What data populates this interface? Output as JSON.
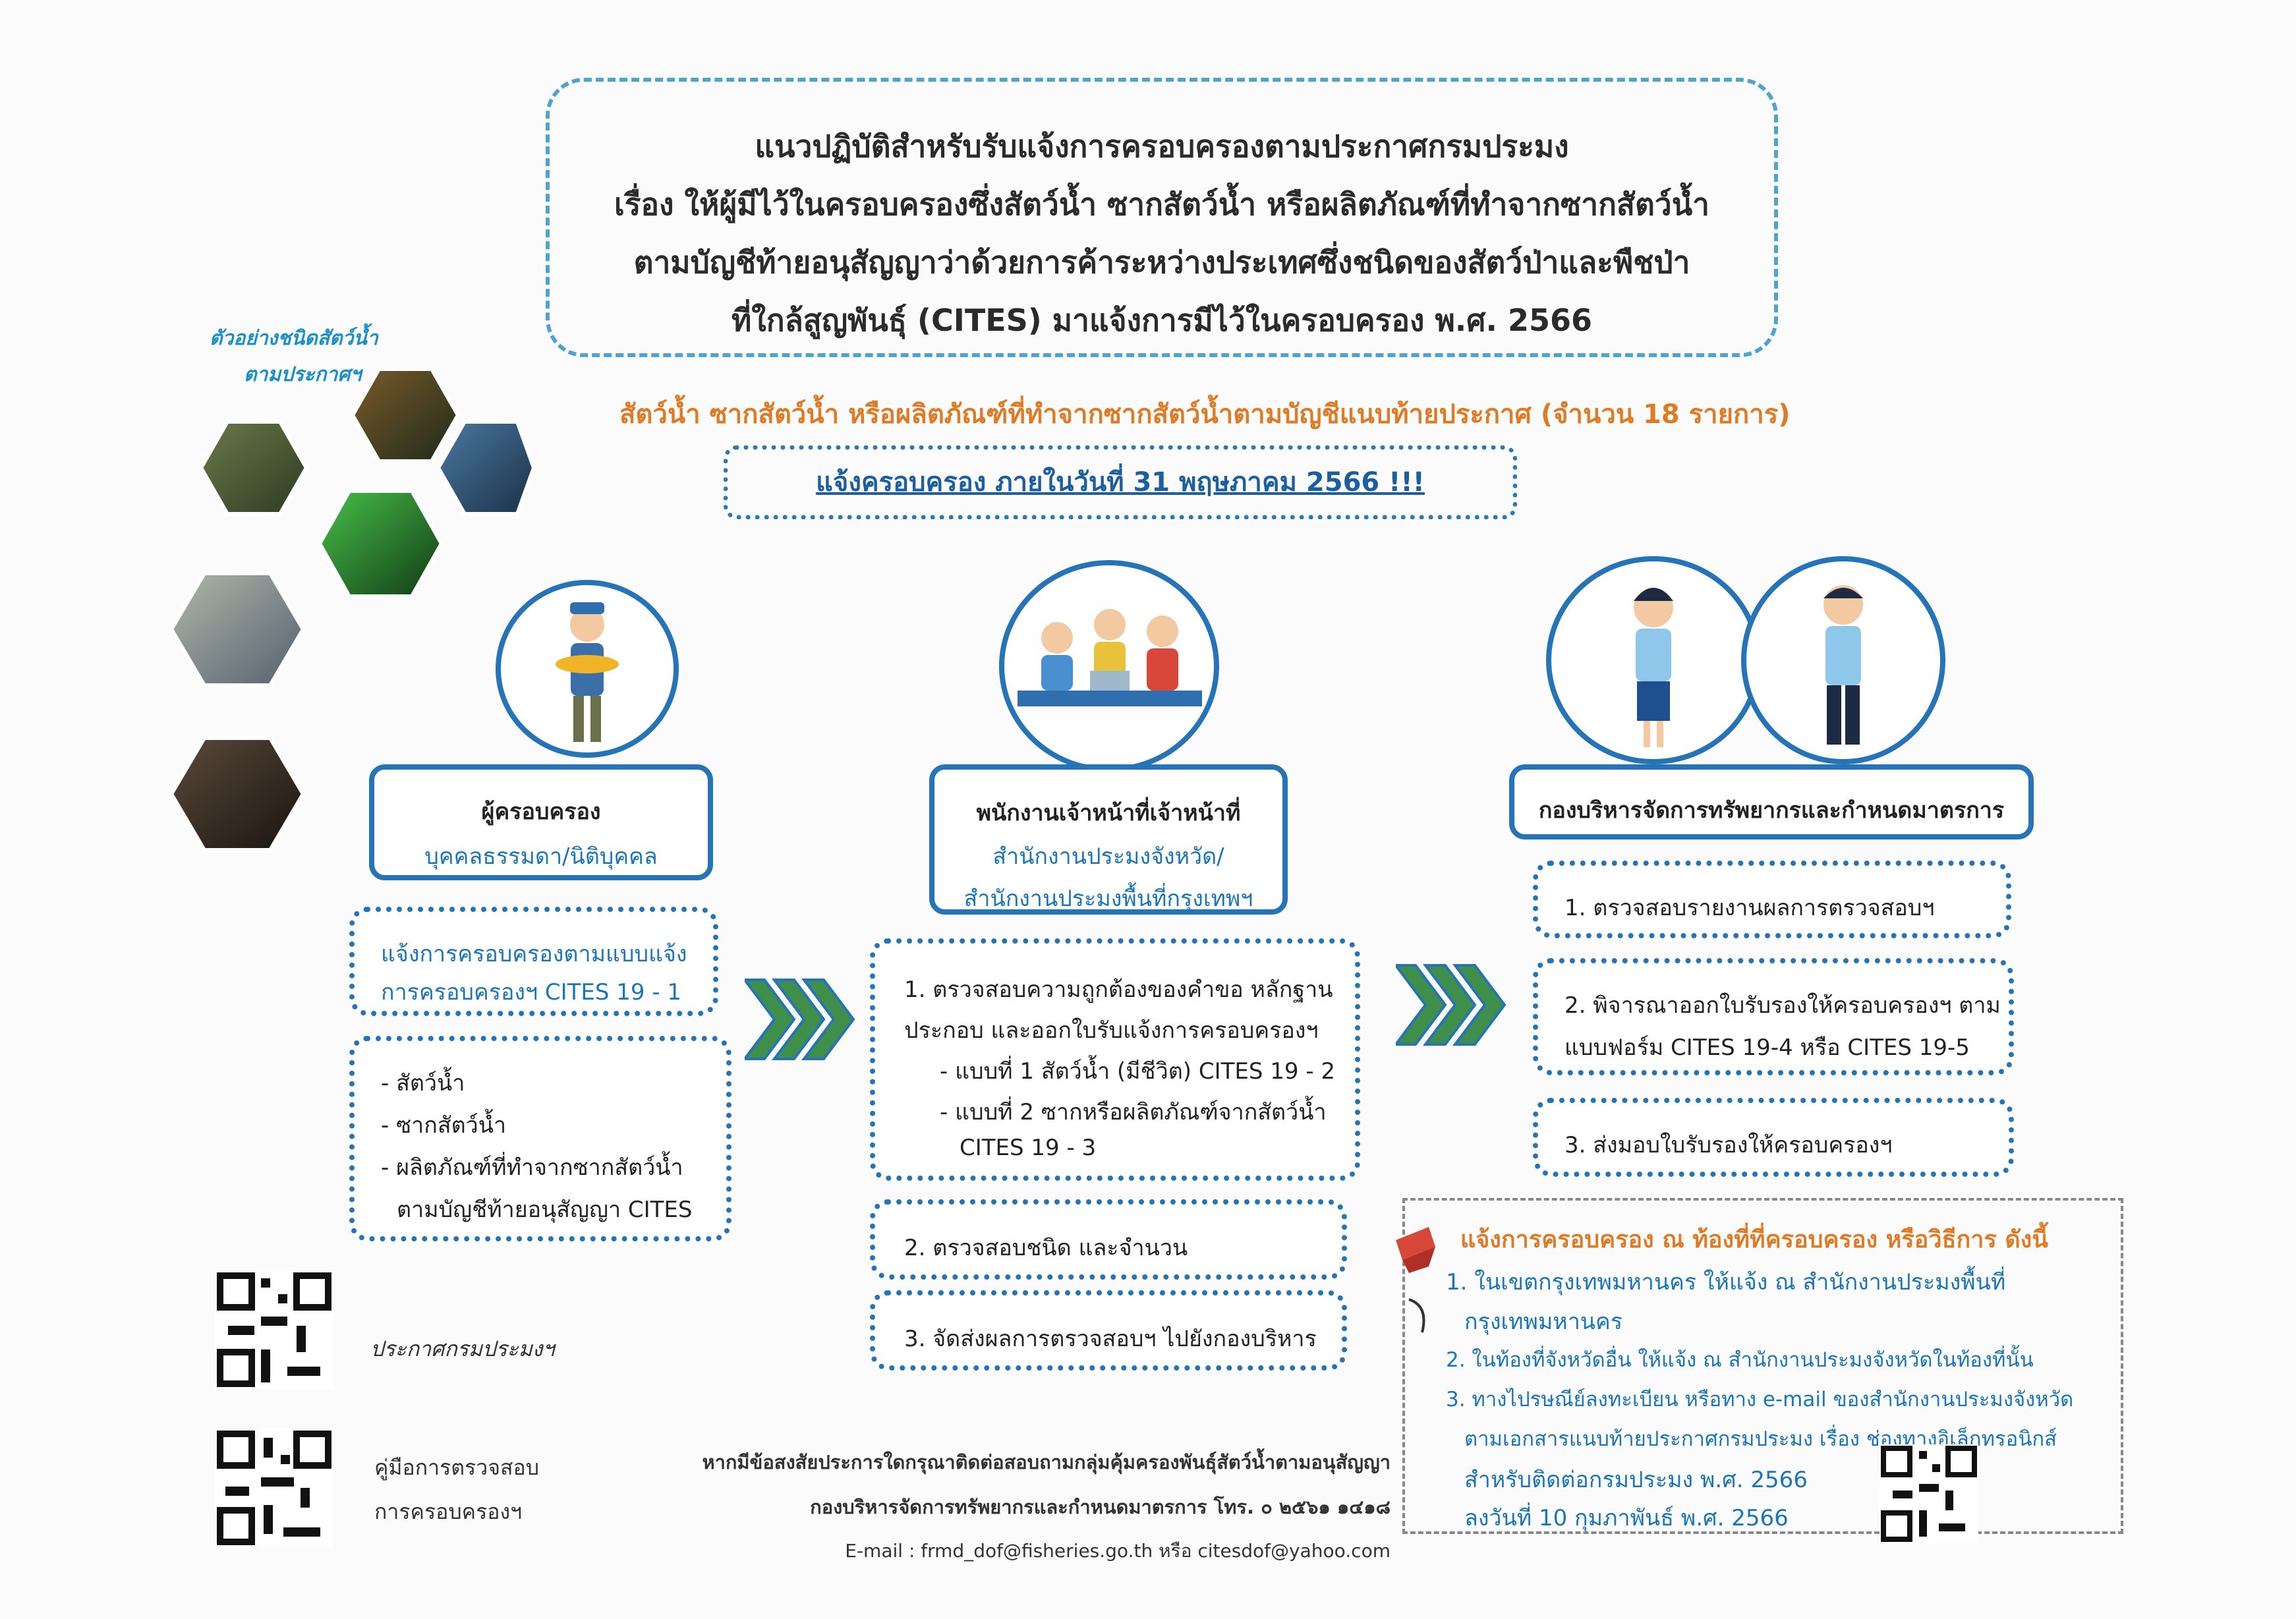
{
  "header": {
    "line1": "แนวปฏิบัติสำหรับรับแจ้งการครอบครองตามประกาศกรมประมง",
    "line2": "เรื่อง ให้ผู้มีไว้ในครอบครองซึ่งสัตว์น้ำ ซากสัตว์น้ำ หรือผลิตภัณฑ์ที่ทำจากซากสัตว์น้ำ",
    "line3": "ตามบัญชีท้ายอนุสัญญาว่าด้วยการค้าระหว่างประเทศซึ่งชนิดของสัตว์ป่าและพืชป่า",
    "line4": "ที่ใกล้สูญพันธุ์ (CITES) มาแจ้งการมีไว้ในครอบครอง พ.ศ. 2566"
  },
  "species_caption_1": "ตัวอย่างชนิดสัตว์น้ำ",
  "species_caption_2": "ตามประกาศฯ",
  "subtitle": "สัตว์น้ำ ซากสัตว์น้ำ หรือผลิตภัณฑ์ที่ทำจากซากสัตว์น้ำตามบัญชีแนบท้ายประกาศ (จำนวน 18 รายการ)",
  "deadline": "แจ้งครอบครอง ภายในวันที่ 31 พฤษภาคม 2566 !!!",
  "col1": {
    "header_title": "ผู้ครอบครอง",
    "header_sub": "บุคคลธรรมดา/นิติบุคคล",
    "box1_line1": "แจ้งการครอบครองตามแบบแจ้ง",
    "box1_line2": "การครอบครองฯ  CITES 19 - 1",
    "items": [
      "- สัตว์น้ำ",
      "- ซากสัตว์น้ำ",
      "- ผลิตภัณฑ์ที่ทำจากซากสัตว์น้ำ"
    ],
    "items_tail": "ตามบัญชีท้ายอนุสัญญา CITES"
  },
  "col2": {
    "header_title": "พนักงานเจ้าหน้าที่เจ้าหน้าที่",
    "header_sub1": "สำนักงานประมงจังหวัด/",
    "header_sub2": "สำนักงานประมงพื้นที่กรุงเทพฯ",
    "step1_lines": [
      "1. ตรวจสอบความถูกต้องของคำขอ หลักฐาน",
      "ประกอบ และออกใบรับแจ้งการครอบครองฯ",
      "- แบบที่ 1 สัตว์น้ำ (มีชีวิต) CITES 19 - 2",
      "- แบบที่ 2 ซากหรือผลิตภัณฑ์จากสัตว์น้ำ",
      "CITES 19 - 3"
    ],
    "step2": "2. ตรวจสอบชนิด และจำนวน",
    "step3": "3. จัดส่งผลการตรวจสอบฯ ไปยังกองบริหาร"
  },
  "col3": {
    "header_title": "กองบริหารจัดการทรัพยากรและกำหนดมาตรการ",
    "step1": "1. ตรวจสอบรายงานผลการตรวจสอบฯ",
    "step2_line1": "2. พิจารณาออกใบรับรองให้ครอบครองฯ ตาม",
    "step2_line2": "แบบฟอร์ม CITES 19-4 หรือ CITES 19-5",
    "step3": "3. ส่งมอบใบรับรองให้ครอบครองฯ"
  },
  "notice": {
    "title": "แจ้งการครอบครอง ณ ท้องที่ที่ครอบครอง หรือวิธีการ ดังนี้",
    "lines": [
      "1. ในเขตกรุงเทพมหานคร ให้แจ้ง ณ สำนักงานประมงพื้นที่",
      "กรุงเทพมหานคร",
      "2. ในท้องที่จังหวัดอื่น ให้แจ้ง ณ สำนักงานประมงจังหวัดในท้องที่นั้น",
      "3. ทางไปรษณีย์ลงทะเบียน หรือทาง e-mail ของสำนักงานประมงจังหวัด",
      "ตามเอกสารแนบท้ายประกาศกรมประมง เรื่อง ช่องทางอิเล็กทรอนิกส์",
      "สำหรับติดต่อกรมประมง พ.ศ. 2566",
      "ลงวันที่ 10 กุมภาพันธ์ พ.ศ. 2566"
    ]
  },
  "qr": {
    "label1": "ประกาศกรมประมงฯ",
    "label2_line1": "คู่มือการตรวจสอบ",
    "label2_line2": "การครอบครองฯ"
  },
  "contact": {
    "line1": "หากมีข้อสงสัยประการใดกรุณาติดต่อสอบถามกลุ่มคุ้มครองพันธุ์สัตว์น้ำตามอนุสัญญา",
    "line2": "กองบริหารจัดการทรัพยากรและกำหนดมาตรการ โทร. ๐ ๒๕๖๑ ๑๔๑๘",
    "line3": "E-mail : frmd_dof@fisheries.go.th หรือ citesdof@yahoo.com"
  },
  "colors": {
    "blue": "#2574b8",
    "orange": "#e07b25",
    "arrow": "#3f8f4a"
  }
}
